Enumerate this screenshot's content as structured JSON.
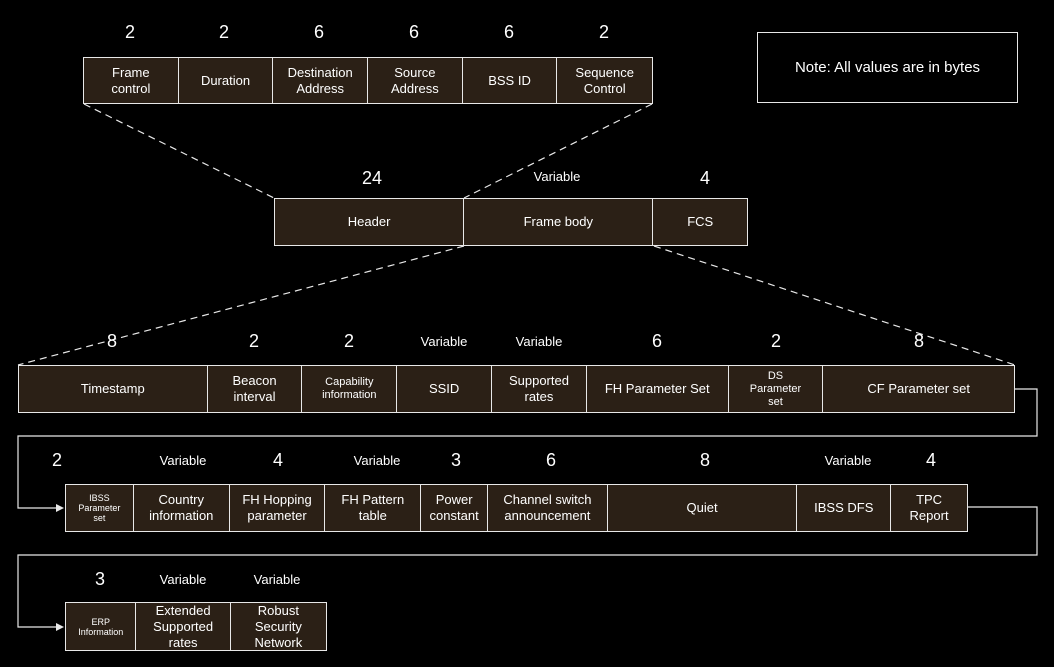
{
  "note": "Note: All values are in bytes",
  "mac_header": {
    "fields": [
      {
        "label": "Frame\ncontrol",
        "size": "2"
      },
      {
        "label": "Duration",
        "size": "2"
      },
      {
        "label": "Destination\nAddress",
        "size": "6"
      },
      {
        "label": "Source\nAddress",
        "size": "6"
      },
      {
        "label": "BSS ID",
        "size": "6"
      },
      {
        "label": "Sequence\nControl",
        "size": "2"
      }
    ]
  },
  "frame": {
    "fields": [
      {
        "label": "Header",
        "size": "24"
      },
      {
        "label": "Frame body",
        "size": "Variable"
      },
      {
        "label": "FCS",
        "size": "4"
      }
    ]
  },
  "body_row1": {
    "fields": [
      {
        "label": "Timestamp",
        "size": "8"
      },
      {
        "label": "Beacon\ninterval",
        "size": "2"
      },
      {
        "label": "Capability\ninformation",
        "size": "2"
      },
      {
        "label": "SSID",
        "size": "Variable"
      },
      {
        "label": "Supported\nrates",
        "size": "Variable"
      },
      {
        "label": "FH Parameter Set",
        "size": "6"
      },
      {
        "label": "DS\nParameter\nset",
        "size": "2"
      },
      {
        "label": "CF Parameter set",
        "size": "8"
      }
    ]
  },
  "body_row2": {
    "fields": [
      {
        "label": "IBSS\nParameter\nset",
        "size": "2"
      },
      {
        "label": "Country\ninformation",
        "size": "Variable"
      },
      {
        "label": "FH Hopping\nparameter",
        "size": "4"
      },
      {
        "label": "FH Pattern\ntable",
        "size": "Variable"
      },
      {
        "label": "Power\nconstant",
        "size": "3"
      },
      {
        "label": "Channel switch\nannouncement",
        "size": "6"
      },
      {
        "label": "Quiet",
        "size": "8"
      },
      {
        "label": "IBSS DFS",
        "size": "Variable"
      },
      {
        "label": "TPC\nReport",
        "size": "4"
      }
    ]
  },
  "body_row3": {
    "fields": [
      {
        "label": "ERP\nInformation",
        "size": "3"
      },
      {
        "label": "Extended\nSupported\nrates",
        "size": "Variable"
      },
      {
        "label": "Robust\nSecurity\nNetwork",
        "size": "Variable"
      }
    ]
  }
}
